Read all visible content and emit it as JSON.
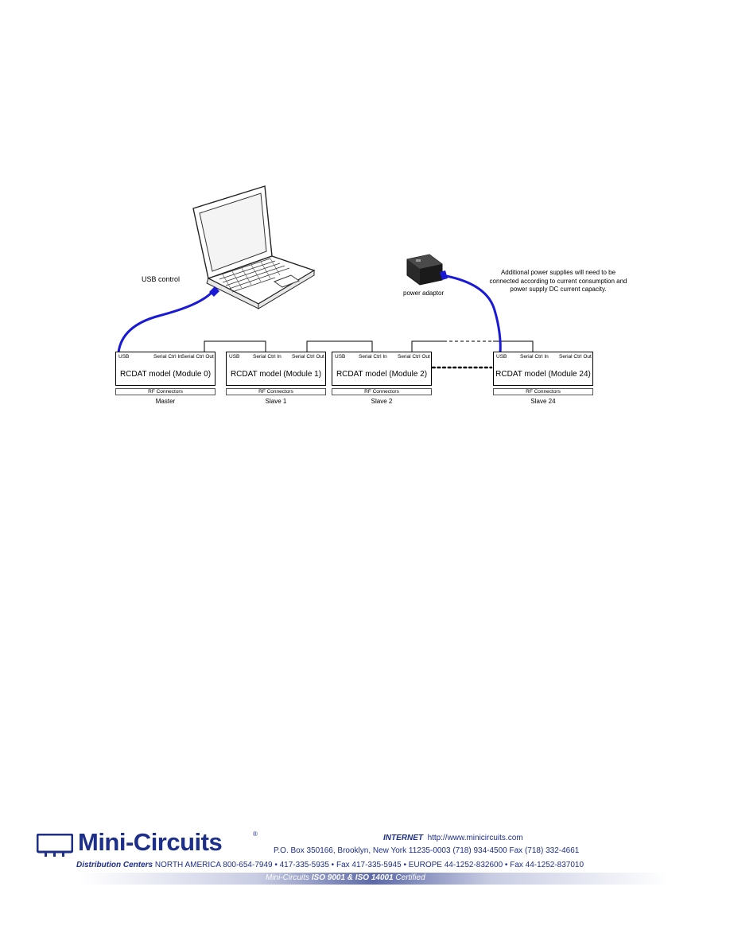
{
  "diagram": {
    "usb_control_label": "USB control",
    "power_adaptor_label": "power adaptor",
    "power_note": "Additional power supplies will need to be connected according to current consumption and power supply DC current capacity.",
    "port_labels": {
      "usb": "USB",
      "serial_in": "Serial Ctrl In",
      "serial_out": "Serial Ctrl Out"
    },
    "rf_label": "RF Connectors",
    "modules": [
      {
        "title": "RCDAT model (Module 0)",
        "role": "Master"
      },
      {
        "title": "RCDAT model (Module 1)",
        "role": "Slave 1"
      },
      {
        "title": "RCDAT model (Module 2)",
        "role": "Slave 2"
      },
      {
        "title": "RCDAT model (Module 24)",
        "role": "Slave 24"
      }
    ],
    "colors": {
      "usb_cable": "#1a1ad6",
      "outline": "#000000"
    }
  },
  "footer": {
    "brand": "Mini-Circuits",
    "reg_mark": "®",
    "internet_label": "INTERNET",
    "internet_url": "http://www.minicircuits.com",
    "address": "P.O. Box 350166, Brooklyn, New York 11235-0003 (718) 934-4500  Fax (718) 332-4661",
    "dist_label": "Distribution Centers",
    "dist_text": "NORTH AMERICA  800-654-7949  •  417-335-5935  •  Fax 417-335-5945 • EUROPE 44-1252-832600 • Fax 44-1252-837010",
    "cert_brand": "Mini-Circuits",
    "cert_text": "ISO 9001 & ISO 14001",
    "cert_suffix": "Certified",
    "colors": {
      "brand": "#1e2f8a"
    }
  }
}
